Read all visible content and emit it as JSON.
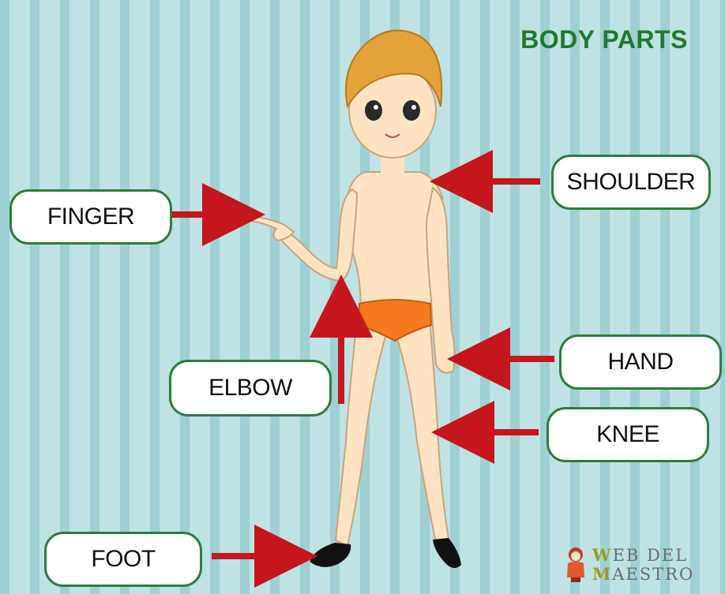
{
  "title": "BODY PARTS",
  "labels": {
    "finger": "FINGER",
    "shoulder": "SHOULDER",
    "elbow": "ELBOW",
    "hand": "HAND",
    "knee": "KNEE",
    "foot": "FOOT"
  },
  "logo": {
    "line1_initial": "W",
    "line1_rest": "EB DEL",
    "line2_initial": "M",
    "line2_rest": "AESTRO"
  },
  "colors": {
    "background_light": "#bfe2e4",
    "background_stripe": "#9fd0d3",
    "title": "#1f7a2b",
    "label_border": "#2e7d3a",
    "arrow": "#c4161c",
    "skin": "#fde3c2",
    "hair": "#e3a23a",
    "underwear": "#f47a1c"
  }
}
